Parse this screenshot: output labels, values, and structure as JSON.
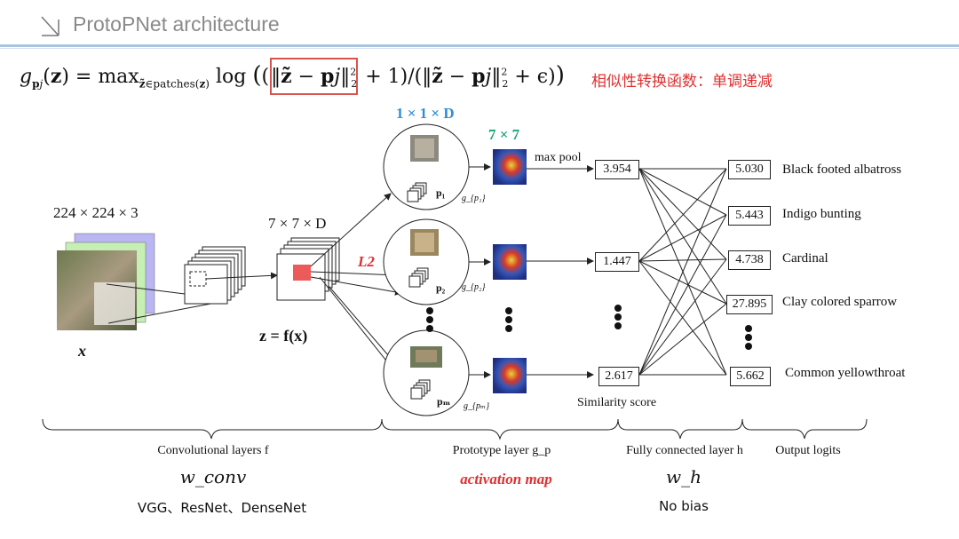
{
  "header": {
    "title": "ProtoPNet architecture"
  },
  "formula": {
    "text": "g_{p_j}(z) = max_{z̃∈patches(z)} log ((‖z̃ − p_j‖²₂ + 1)/(‖z̃ − p_j‖²₂ + ε))",
    "note": "相似性转换函数：单调递减"
  },
  "diagram": {
    "input_dim": "224 × 224 × 3",
    "input_var": "x",
    "feature_dim": "7 × 7 × D",
    "feature_eq": "z = f(x)",
    "prototype_dim": "1 × 1 × D",
    "activation_dim": "7 × 7",
    "distance_label": "L2",
    "max_pool_label": "max pool",
    "prototypes": [
      {
        "p": "p₁",
        "g": "g_{p₁}"
      },
      {
        "p": "p₂",
        "g": "g_{p₂}"
      },
      {
        "p": "pₘ",
        "g": "g_{pₘ}"
      }
    ],
    "similarity_scores": [
      "3.954",
      "1.447",
      "2.617"
    ],
    "similarity_label": "Similarity score",
    "logits": [
      "5.030",
      "5.443",
      "4.738",
      "27.895",
      "5.662"
    ],
    "classes": [
      "Black footed albatross",
      "Indigo bunting",
      "Cardinal",
      "Clay colored sparrow",
      "Common yellowthroat"
    ]
  },
  "sections": {
    "conv": {
      "title": "Convolutional layers f",
      "weight": "w_conv",
      "backbones": "VGG、ResNet、DenseNet"
    },
    "proto": {
      "title": "Prototype layer g_p",
      "sub": "activation map"
    },
    "fc": {
      "title": "Fully connected layer h",
      "weight": "w_h",
      "note": "No bias"
    },
    "out": {
      "title": "Output logits"
    }
  },
  "colors": {
    "accent_red": "#e03030",
    "accent_blue": "#2b8fd6",
    "accent_green": "#1aa37a",
    "title_rule": "#a9c4de"
  }
}
